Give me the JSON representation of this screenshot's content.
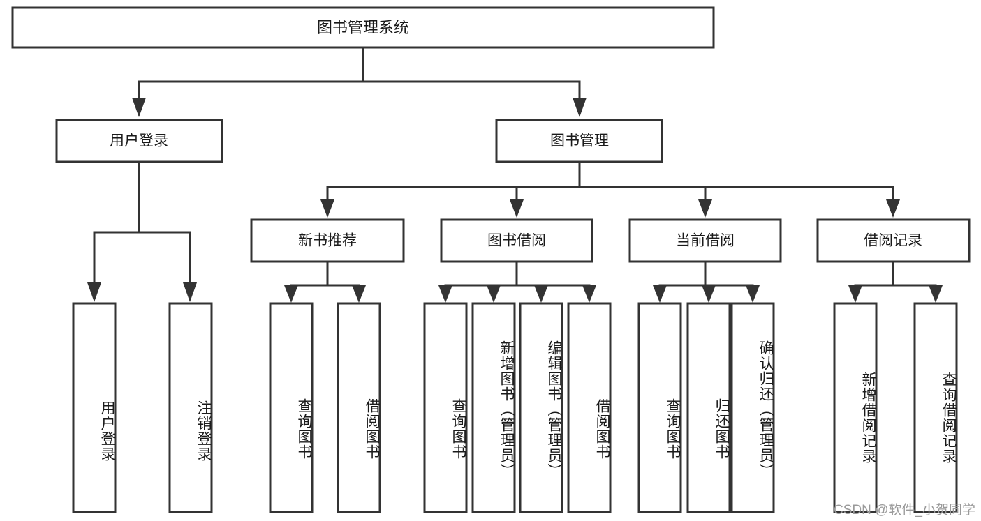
{
  "diagram": {
    "title": "图书管理系统",
    "type": "tree-hierarchy-diagram",
    "colors": {
      "stroke": "#333333",
      "fill": "#ffffff",
      "text": "#1a1a1a",
      "watermark": "#9a9a9a"
    },
    "root": {
      "label": "图书管理系统"
    },
    "level2": [
      {
        "label": "用户登录"
      },
      {
        "label": "图书管理"
      }
    ],
    "level3": [
      {
        "label": "新书推荐"
      },
      {
        "label": "图书借阅"
      },
      {
        "label": "当前借阅"
      },
      {
        "label": "借阅记录"
      }
    ],
    "leaves": {
      "user_login": [
        {
          "label": "用户登录"
        },
        {
          "label": "注销登录"
        }
      ],
      "new_book_recommend": [
        {
          "label": "查询图书"
        },
        {
          "label": "借阅图书"
        }
      ],
      "book_borrow": [
        {
          "label": "查询图书"
        },
        {
          "label": "新增图书（管理员）"
        },
        {
          "label": "编辑图书（管理员）"
        },
        {
          "label": "借阅图书"
        }
      ],
      "current_borrow": [
        {
          "label": "查询图书"
        },
        {
          "label": "归还图书"
        },
        {
          "label": "确认归还（管理员）"
        }
      ],
      "borrow_record": [
        {
          "label": "新增借阅记录"
        },
        {
          "label": "查询借阅记录"
        }
      ]
    },
    "watermark": "CSDN @软件_小贺同学"
  }
}
